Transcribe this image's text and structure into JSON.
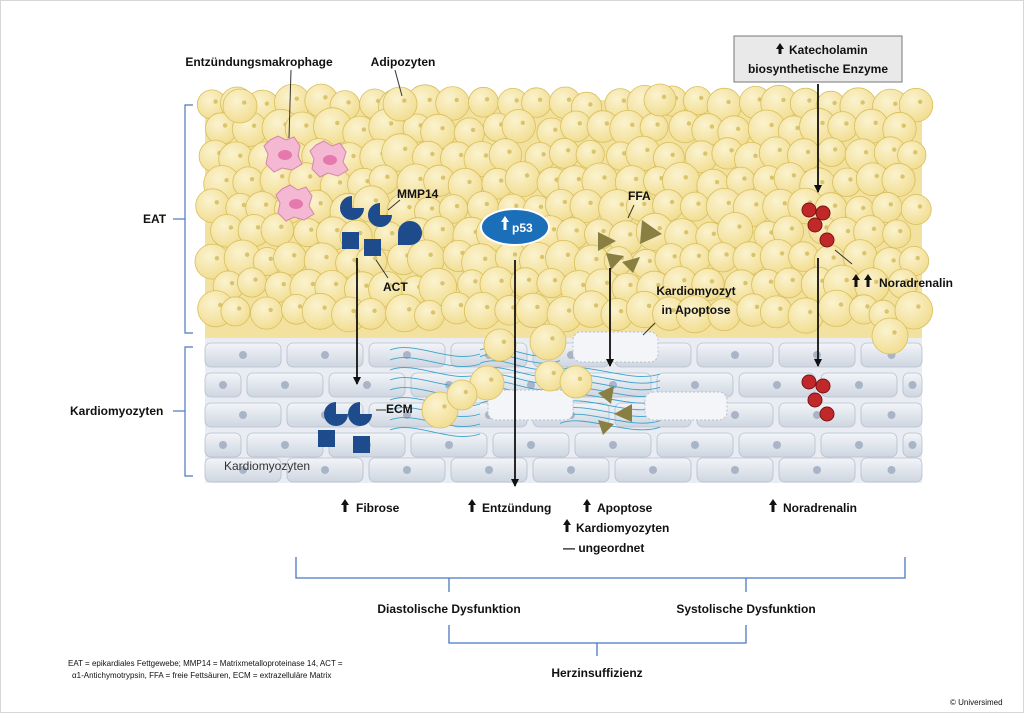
{
  "labels": {
    "entzuendungsmakrophage": "Entzündungsmakrophage",
    "adipozyten": "Adipozyten",
    "eat": "EAT",
    "kardiomyozyten_side": "Kardiomyozyten",
    "kardiomyozyten_inner": "Kardiomyozyten",
    "mmp14": "MMP14",
    "act": "ACT",
    "p53": "p53",
    "ffa": "FFA",
    "kardiomyozyt_apoptose_l1": "Kardiomyozyt",
    "kardiomyozyt_apoptose_l2": "in Apoptose",
    "ecm": "ECM",
    "noradrenalin_side": "Noradrenalin",
    "katecholamin_l1": "Katecholamin",
    "katecholamin_l2": "biosynthetische Enzyme"
  },
  "outcomes": {
    "fibrose": "Fibrose",
    "entzuendung": "Entzündung",
    "apoptose": "Apoptose",
    "kardiomyozyten_l1": "Kardiomyozyten",
    "kardiomyozyten_l2": "— ungeordnet",
    "noradrenalin": "Noradrenalin"
  },
  "dysfunction": {
    "diastolic": "Diastolische Dysfunktion",
    "systolic": "Systolische Dysfunktion",
    "final": "Herzinsuffizienz"
  },
  "footnote": {
    "line1": "EAT = epikardiales Fettgewebe; MMP14 = Matrixmetalloproteinase 14, ACT =",
    "line2": "α1-Antichymotrypsin, FFA = freie Fettsäuren, ECM = extrazelluläre Matrix"
  },
  "copyright": "© Universimed",
  "colors": {
    "fat_fill": "#f6e7a6",
    "fat_stroke": "#d8bf5c",
    "macrophage": "#f4b8d2",
    "blue_marker": "#1e4b8c",
    "p53_fill": "#1b6fb8",
    "ffa_triangle": "#8a7f43",
    "noradrenalin_dot": "#c0282a",
    "cardio_cell": "#e2e7ef",
    "fiber": "#3aa3c9"
  }
}
